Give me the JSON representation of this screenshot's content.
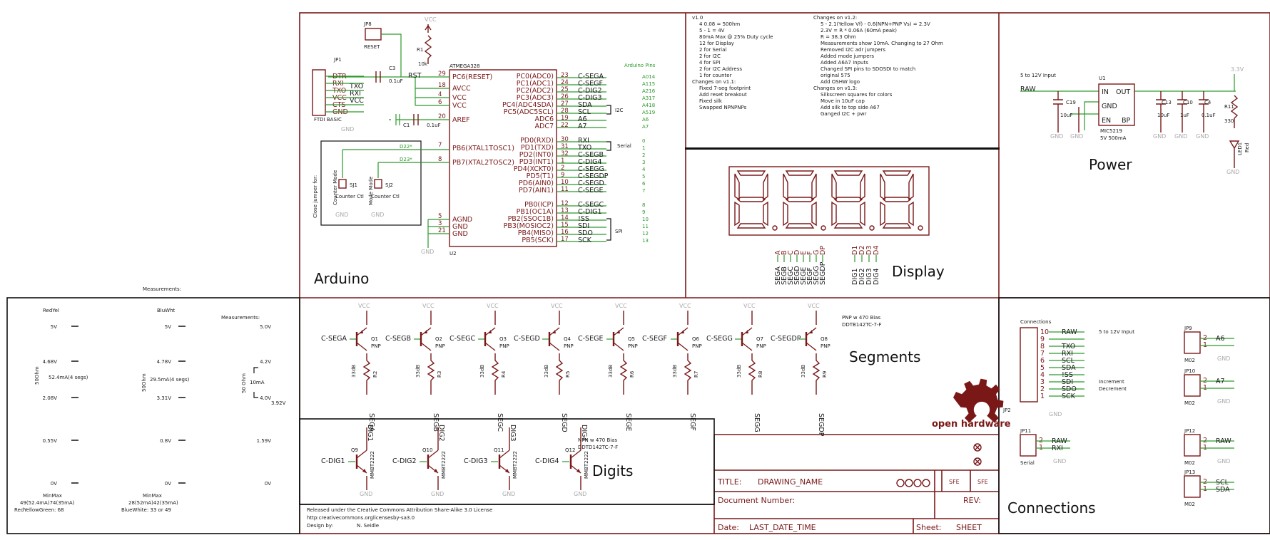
{
  "arduino": {
    "title": "Arduino",
    "chip": "ATMEGA328",
    "ref": "U2",
    "vcc": "VCC",
    "gnd": "GND",
    "jp8": "JP8",
    "reset": "RESET",
    "r1": "R1",
    "r1v": "10k",
    "c3": "C3",
    "c3v": "0.1uF",
    "c1": "C1",
    "c1v": "0.1uF",
    "rst": "RST",
    "jp1": "JP1",
    "ftdi": "FTDI BASIC",
    "pins_header": "Arduino Pins",
    "i2c": "I2C",
    "serial": "Serial",
    "spi": "SPI",
    "jumper_note": "Close jumper for:",
    "counter_mode": "Counter Mode",
    "mode_mode": "Mode Mode",
    "counter_ctl": "Counter Ctl",
    "sj1": "SJ1",
    "sj2": "SJ2",
    "d22": "D22*",
    "d23": "D23*",
    "ftdi_pins": [
      [
        "DTR",
        ""
      ],
      [
        "RXI",
        "TXO"
      ],
      [
        "TXO",
        "RXI"
      ],
      [
        "VCC",
        "VCC"
      ],
      [
        "CTS",
        ""
      ],
      [
        "GND",
        ""
      ]
    ],
    "left_pins": [
      [
        "29",
        "PC6(RESET)"
      ],
      [
        "18",
        "AVCC"
      ],
      [
        "4",
        "VCC"
      ],
      [
        "6",
        "VCC"
      ],
      [
        "20",
        "AREF"
      ],
      [
        "7",
        "PB6(XTAL1TOSC1)"
      ],
      [
        "8",
        "PB7(XTAL2TOSC2)"
      ],
      [
        "5",
        "AGND"
      ],
      [
        "3",
        "GND"
      ],
      [
        "21",
        "GND"
      ]
    ],
    "right_pins": [
      [
        "PC0(ADC0)",
        "23",
        "C-SEGA",
        "A014"
      ],
      [
        "PC1(ADC1)",
        "24",
        "C-SEGF",
        "A115"
      ],
      [
        "PC2(ADC2)",
        "25",
        "C-DIG2",
        "A216"
      ],
      [
        "PC3(ADC3)",
        "26",
        "C-DIG3",
        "A317"
      ],
      [
        "PC4(ADC4SDA)",
        "27",
        "SDA",
        "A418"
      ],
      [
        "PC5(ADC5SCL)",
        "28",
        "SCL",
        "A519"
      ],
      [
        "ADC6",
        "19",
        "A6",
        "A6"
      ],
      [
        "ADC7",
        "22",
        "A7",
        "A7"
      ],
      [
        "PD0(RXD)",
        "30",
        "RXI",
        "0"
      ],
      [
        "PD1(TXD)",
        "31",
        "TXO",
        "1"
      ],
      [
        "PD2(INT0)",
        "32",
        "C-SEGB",
        "2"
      ],
      [
        "PD3(INT1)",
        "1",
        "C-DIG4",
        "3"
      ],
      [
        "PD4(XCKT0)",
        "2",
        "C-SEGG",
        "4"
      ],
      [
        "PD5(T1)",
        "9",
        "C-SEGDP",
        "5"
      ],
      [
        "PD6(AIN0)",
        "10",
        "C-SEGD",
        "6"
      ],
      [
        "PD7(AIN1)",
        "11",
        "C-SEGE",
        "7"
      ],
      [
        "PB0(ICP)",
        "12",
        "C-SEGC",
        "8"
      ],
      [
        "PB1(OC1A)",
        "13",
        "C-DIG1",
        "9"
      ],
      [
        "PB2(SSOC1B)",
        "14",
        "!SS",
        "10"
      ],
      [
        "PB3(MOSIOC2)",
        "15",
        "SDI",
        "11"
      ],
      [
        "PB4(MISO)",
        "16",
        "SDO",
        "12"
      ],
      [
        "PB5(SCK)",
        "17",
        "SCK",
        "13"
      ]
    ]
  },
  "notes": {
    "left": [
      "v1.0",
      "4 0.08 = 500hm",
      "5 - 1 = 4V",
      "80mA Max @ 25% Duty cycle",
      "12 for Display",
      "2 for Serial",
      "2 for I2C",
      "4 for SPI",
      "2 for I2C Address",
      "1 for counter",
      "Changes on v1.1:",
      "Fixed 7-seg footprint",
      "Add reset breakout",
      "Fixed silk",
      "Swapped NPNPNPs"
    ],
    "right": [
      "Changes on v1.2:",
      "5 - 2.1(Yellow Vf) - 0.6(NPN+PNP Vs) = 2.3V",
      "2.3V = R * 0.06A (60mA peak)",
      "R = 38.3 Ohm",
      "Measurements show 10mA. Changing to 27 Ohm",
      "Removed I2C adr jumpers",
      "Added mode jumpers",
      "Added A6A7 inputs",
      "Changed SPI pins to SDOSDI to match",
      "original 575",
      "Add OSHW logo",
      "Changes on v1.3:",
      "Silkscreen squares for colors",
      "Move in 10uF cap",
      "Add silk to top side A67",
      "Ganged I2C + pwr"
    ]
  },
  "display": {
    "title": "Display",
    "seg_pins": [
      "A",
      "B",
      "C",
      "D",
      "E",
      "F",
      "G",
      "DP"
    ],
    "seg_nets": [
      "SEGA",
      "SEGB",
      "SEGC",
      "SEGD",
      "SEGE",
      "SEGF",
      "SEGG",
      "SEGDP"
    ],
    "dig_pins": [
      "D1",
      "D2",
      "D3",
      "D4"
    ],
    "dig_nets": [
      "DIG1",
      "DIG2",
      "DIG3",
      "DIG4"
    ]
  },
  "power": {
    "title": "Power",
    "input_label": "5 to 12V Input",
    "raw": "RAW",
    "out_label": "3.3V",
    "u1": "U1",
    "reg": "MIC5219",
    "reg_desc": "5V 500mA",
    "pins": [
      "IN",
      "OUT",
      "GND",
      "EN",
      "BP"
    ],
    "c19": "C19",
    "c19v": "10uF",
    "c13": "C13",
    "c13v": "10uF",
    "c10": "C10",
    "c10v": "1uF",
    "c4": "C4",
    "c4v": "0.1uF",
    "r11": "R11",
    "r11v": "330",
    "led": "LED1",
    "led_color": "Red",
    "gnd": "GND"
  },
  "measure": {
    "heading": "Measurements:",
    "heading2": "Measurements:",
    "col1": "RedYel",
    "col2": "BluWht",
    "ohm1": "50Ohm",
    "ohm2": "50Ohm",
    "ohm3": "50 Ohm",
    "cur1": "52.4mA(4 segs)",
    "cur2": "29.5mA(4 segs)",
    "cur3": "10mA",
    "c1": [
      "5V",
      "4.68V",
      "2.08V",
      "0.55V",
      "0V"
    ],
    "c2": [
      "5V",
      "4.78V",
      "3.31V",
      "0.8V",
      "0V"
    ],
    "c3": [
      "5.0V",
      "4.2V",
      "4.0V",
      "1.59V",
      "0V"
    ],
    "c3_extra": "3.92V",
    "foot1": [
      "MinMax",
      "49(52.4mA)74(35mA)",
      "RedYellowGreen: 68"
    ],
    "foot2": [
      "MinMax",
      "28(52mA)42(35mA)",
      "BlueWhite: 33 or 49"
    ]
  },
  "segments": {
    "title": "Segments",
    "note1": "PNP w 470 Bias",
    "note2": "DDTB142TC-7-F",
    "vcc": "VCC",
    "pnp": "PNP",
    "rval": "33dB",
    "items": [
      [
        "C-SEGA",
        "Q1",
        "R2",
        "SEGA"
      ],
      [
        "C-SEGB",
        "Q2",
        "R3",
        "SEGB"
      ],
      [
        "C-SEGC",
        "Q3",
        "R4",
        "SEGC"
      ],
      [
        "C-SEGD",
        "Q4",
        "R5",
        "SEGD"
      ],
      [
        "C-SEGE",
        "Q5",
        "R6",
        "SEGE"
      ],
      [
        "C-SEGF",
        "Q6",
        "R7",
        "SEGF"
      ],
      [
        "C-SEGG",
        "Q7",
        "R8",
        "SEGG"
      ],
      [
        "C-SEGDP",
        "Q8",
        "R9",
        "SEGDP"
      ]
    ]
  },
  "digits": {
    "title": "Digits",
    "note1": "NPN w 470 Bias",
    "note2": "DDTD142TC-7-F",
    "part": "MMBT2222",
    "gnd": "GND",
    "items": [
      [
        "C-DIG1",
        "Q9",
        "DIG1"
      ],
      [
        "C-DIG2",
        "Q10",
        "DIG2"
      ],
      [
        "C-DIG3",
        "Q11",
        "DIG3"
      ],
      [
        "C-DIG4",
        "Q12",
        "DIG4"
      ]
    ]
  },
  "connections": {
    "title": "Connections",
    "header_label": "Connections",
    "jp2": "JP2",
    "main_nets": [
      "RAW",
      "",
      "TXO",
      "RXI",
      "SCL",
      "SDA",
      "!SS",
      "SDI",
      "SDO",
      "SCK"
    ],
    "main_nums": [
      "10",
      "9",
      "8",
      "7",
      "6",
      "5",
      "4",
      "3",
      "2",
      "1"
    ],
    "input_note": "5 to 12V Input",
    "inc": "Increment",
    "dec": "Decrement",
    "gnd": "GND",
    "m02": "M02",
    "serial": "Serial",
    "jp9": "JP9",
    "jp9n": "A6",
    "jp10": "JP10",
    "jp10n": "A7",
    "jp11": "JP11",
    "jp11a": "RAW",
    "jp11b": "RXI",
    "jp12": "JP12",
    "jp12n": "RAW",
    "jp13": "JP13",
    "jp13a": "SCL",
    "jp13b": "SDA"
  },
  "titleblock": {
    "license": "Released under the Creative Commons Attribution Share-Alike 3.0 License",
    "url": "http:creativecommons.orglicensesby-sa3.0",
    "design_label": "Design by:",
    "designer": "N. Seidle",
    "title_label": "TITLE:",
    "title_value": "DRAWING_NAME",
    "docnum_label": "Document Number:",
    "rev_label": "REV:",
    "date_label": "Date:",
    "date_value": "LAST_DATE_TIME",
    "sheet_label": "Sheet:",
    "sheet_value": "SHEET",
    "sfe": "SFE",
    "logo": "open hardware"
  }
}
